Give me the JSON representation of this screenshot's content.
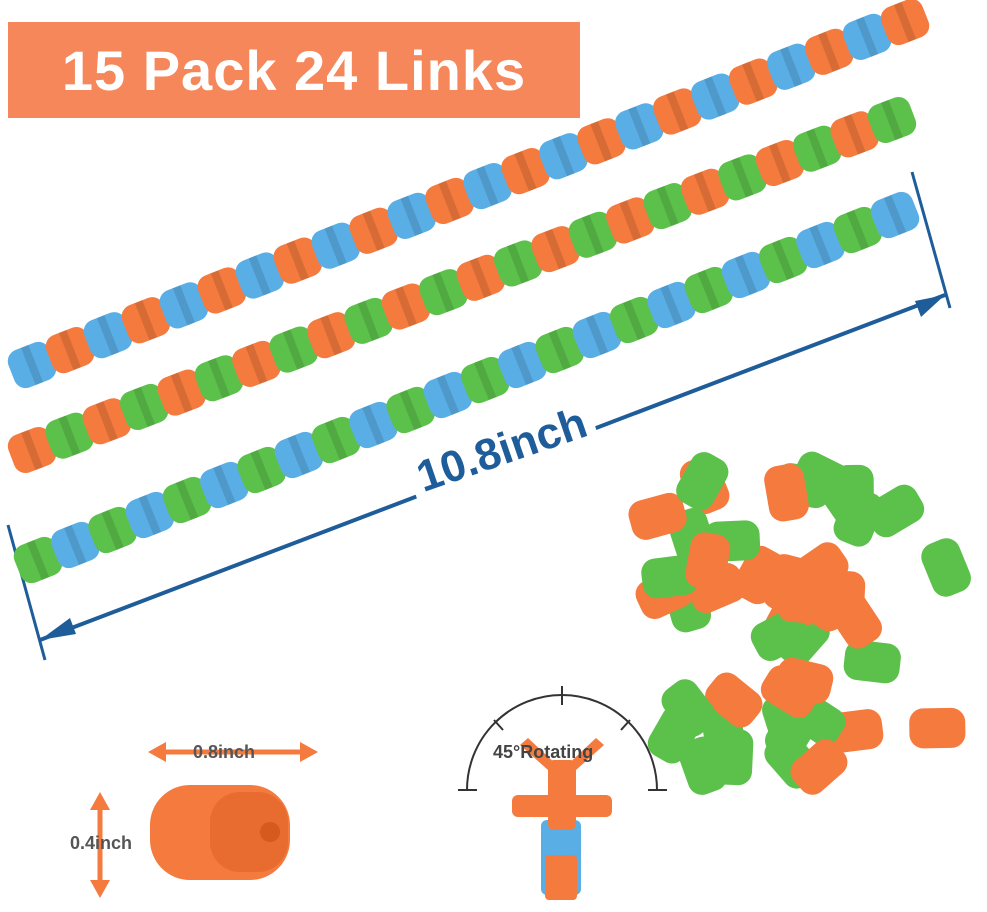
{
  "banner": {
    "text": "15 Pack 24 Links"
  },
  "length_label": "10.8inch",
  "width_label": "0.8inch",
  "height_label": "0.4inch",
  "rotation_label": "45°Rotating",
  "colors": {
    "orange": "#f47a3e",
    "blue": "#5aaee6",
    "green": "#5cc14b",
    "arrow_blue": "#1f5d9a",
    "banner": "#f5875a"
  }
}
